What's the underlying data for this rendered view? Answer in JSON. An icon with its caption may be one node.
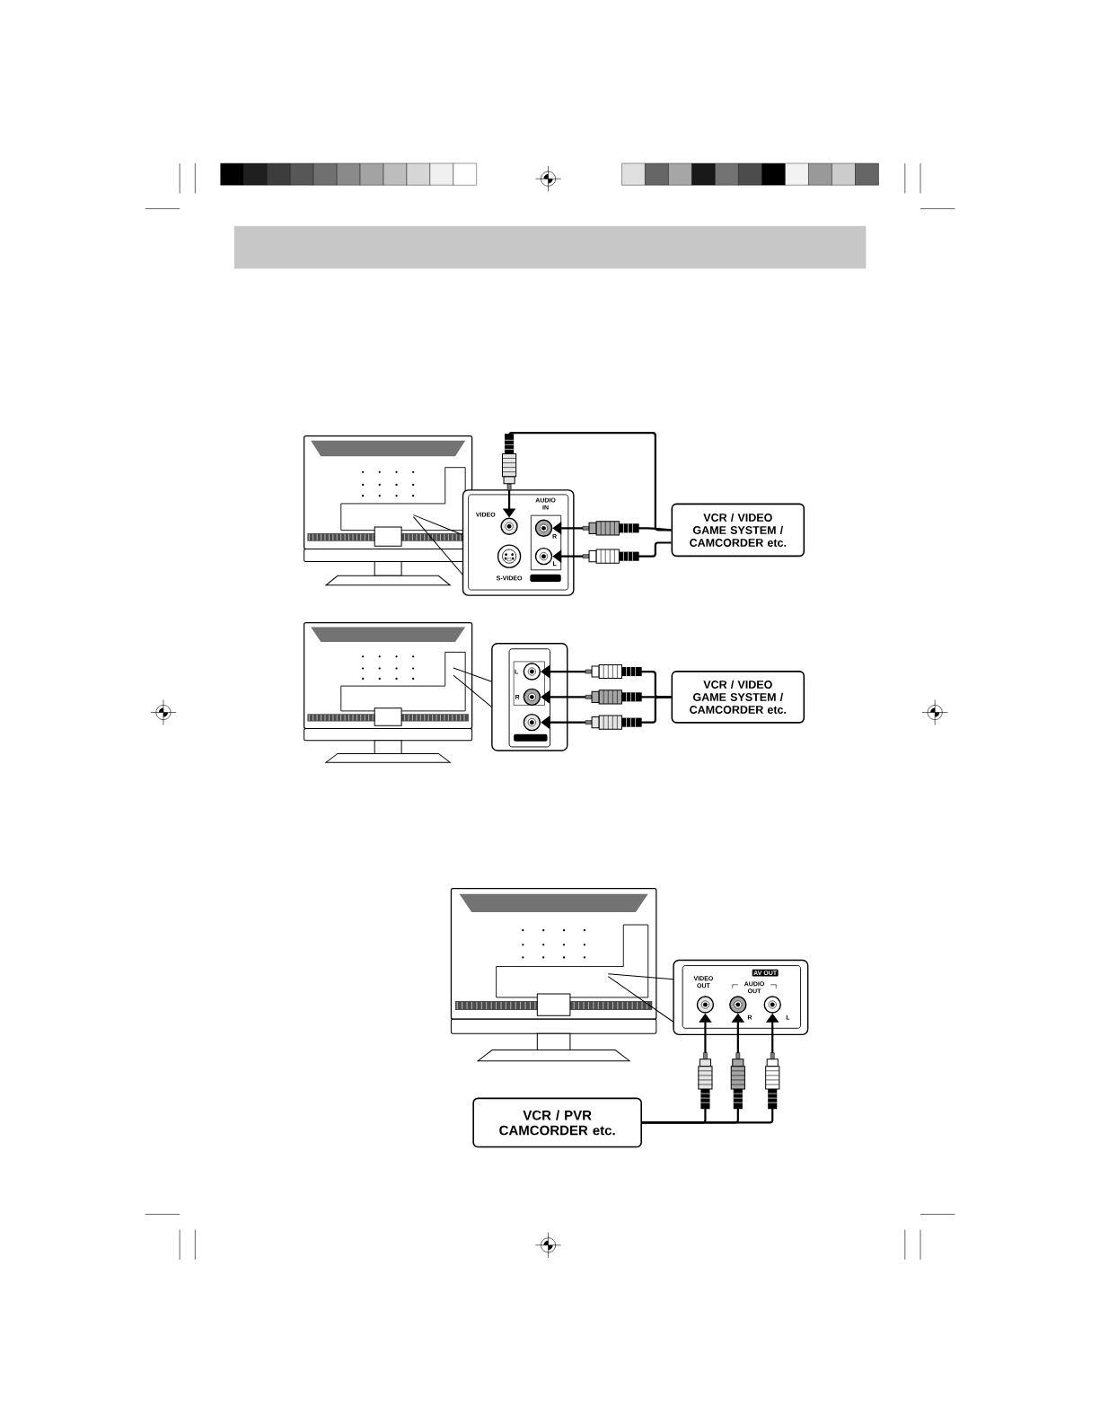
{
  "diagram": {
    "nodes": [
      {
        "text": [],
        "shape": "picture"
      },
      {
        "text": [
          "VIDEO",
          "AUDIO IN",
          "R",
          "L",
          "S-VIDEO"
        ]
      },
      {
        "text": [],
        "shape": "circle",
        "in": 1
      },
      {
        "text": [],
        "shape": "circle",
        "in": 1
      },
      {
        "text": [],
        "shape": "circle",
        "in": 1
      },
      {
        "text": [],
        "shape": "circle",
        "in": 1
      },
      {
        "text": [
          "VCR / VIDEO GAME SYSTEM / CAMCORDER etc."
        ]
      },
      {
        "text": [],
        "shape": "picture"
      },
      {
        "text": [
          "L",
          "R"
        ]
      },
      {
        "text": [],
        "shape": "circle",
        "in": 8
      },
      {
        "text": [],
        "shape": "circle",
        "in": 8
      },
      {
        "text": [],
        "shape": "circle",
        "in": 8
      },
      {
        "text": [
          "VCR / VIDEO GAME SYSTEM / CAMCORDER etc."
        ]
      },
      {
        "text": [],
        "shape": "picture"
      },
      {
        "text": [
          "VIDEO OUT",
          "AV OUT",
          "AUDIO OUT",
          "R",
          "L"
        ]
      },
      {
        "text": [],
        "shape": "circle",
        "in": 14
      },
      {
        "text": [],
        "shape": "circle",
        "in": 14
      },
      {
        "text": [],
        "shape": "circle",
        "in": 14
      },
      {
        "text": [
          "VCR / PVR CAMCORDER etc."
        ]
      }
    ],
    "edges": [
      {
        "from": 0,
        "to": 1,
        "arrow": "none"
      },
      {
        "from": 6,
        "to": 2,
        "arrow": "to"
      },
      {
        "from": 6,
        "to": 3,
        "arrow": "to"
      },
      {
        "from": 6,
        "to": 4,
        "arrow": "to"
      },
      {
        "from": 7,
        "to": 8,
        "arrow": "none"
      },
      {
        "from": 12,
        "to": 9,
        "arrow": "to"
      },
      {
        "from": 12,
        "to": 10,
        "arrow": "to"
      },
      {
        "from": 12,
        "to": 11,
        "arrow": "to"
      },
      {
        "from": 13,
        "to": 14,
        "arrow": "none"
      },
      {
        "from": 18,
        "to": 15,
        "arrow": "to"
      },
      {
        "from": 18,
        "to": 16,
        "arrow": "to"
      },
      {
        "from": 18,
        "to": 17,
        "arrow": "to"
      }
    ]
  }
}
